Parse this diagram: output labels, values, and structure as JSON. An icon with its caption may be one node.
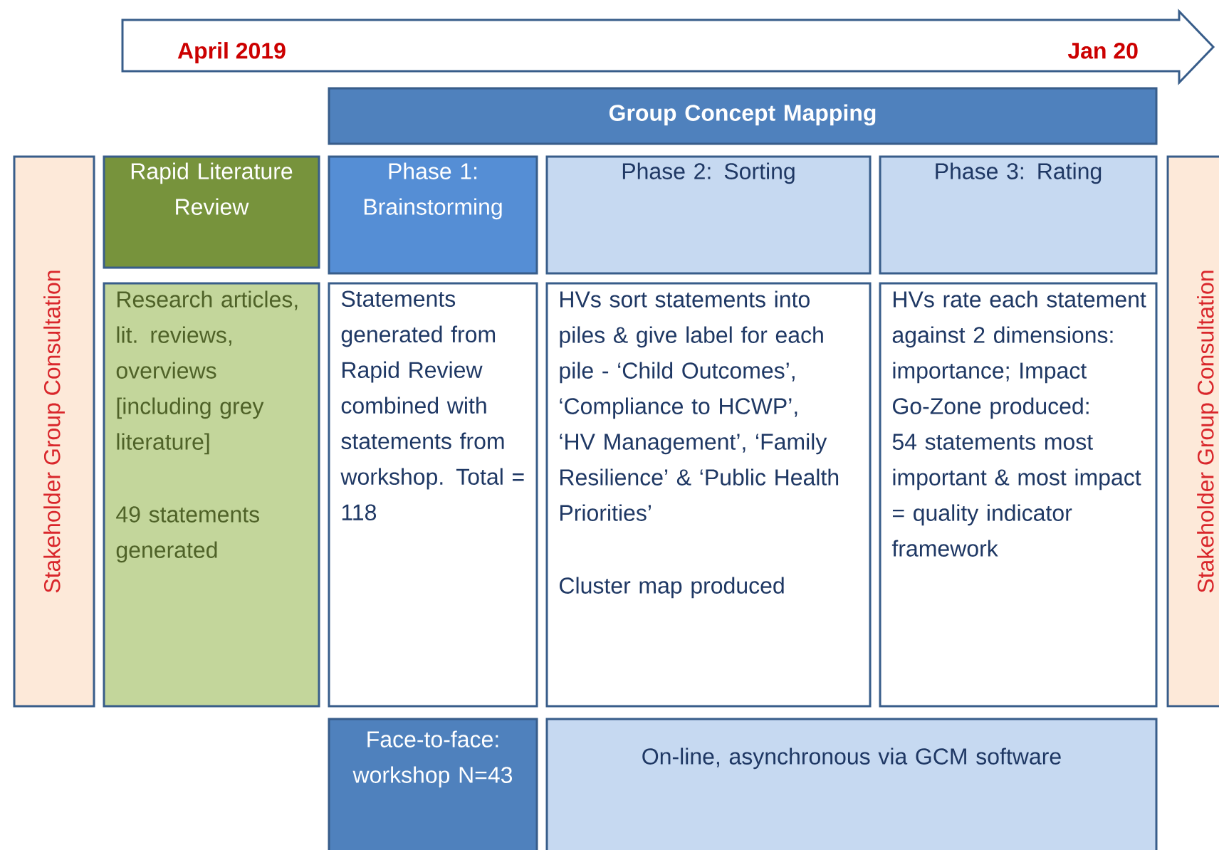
{
  "diagram": {
    "nodes": [
      {
        "text": [
          "April 2019",
          "Jan 20"
        ]
      },
      {
        "text": [
          "Group Concept Mapping"
        ]
      },
      {
        "text": [
          "Stakeholder Group Consultation"
        ]
      },
      {
        "text": [
          "Rapid Literature Review"
        ]
      },
      {
        "text": [
          "Phase 1: Brainstorming"
        ]
      },
      {
        "text": [
          "Phase 2: Sorting"
        ]
      },
      {
        "text": [
          "Phase 3: Rating"
        ]
      },
      {
        "text": [
          "Stakeholder Group Consultation"
        ]
      },
      {
        "text": [
          "Research articles, lit. reviews, overviews [including grey literature]",
          "49 statements generated"
        ]
      },
      {
        "text": [
          "Statements generated from Rapid Review combined with statements from workshop. Total = 118"
        ]
      },
      {
        "text": [
          "HVs sort statements into piles & give label for each pile - ‘Child Outcomes’, ‘Compliance to HCWP’, ‘HV Management’, ‘Family Resilience’ & ‘Public Health Priorities’",
          "Cluster map produced"
        ]
      },
      {
        "text": [
          "HVs rate each statement against 2 dimensions: importance; Impact",
          "Go-Zone produced: 54 statements most important & most impact = quality indicator framework"
        ]
      },
      {
        "text": [
          "Face-to-face: workshop N=43"
        ]
      },
      {
        "text": [
          "On-line, asynchronous via GCM software"
        ]
      }
    ]
  }
}
